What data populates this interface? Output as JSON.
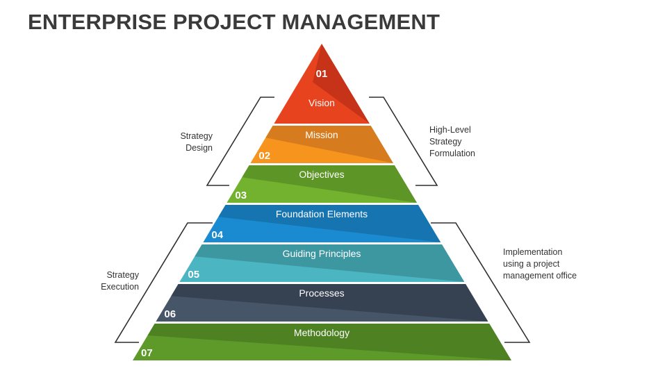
{
  "title": "ENTERPRISE PROJECT MANAGEMENT",
  "levels": [
    {
      "number": "01",
      "label": "Vision",
      "color": "#e8431f",
      "shade": "#c03018"
    },
    {
      "number": "02",
      "label": "Mission",
      "color": "#f7941d",
      "shade": "#d07820"
    },
    {
      "number": "03",
      "label": "Objectives",
      "color": "#72b22f",
      "shade": "#5a8f26"
    },
    {
      "number": "04",
      "label": "Foundation Elements",
      "color": "#1a8bd0",
      "shade": "#1670ab"
    },
    {
      "number": "05",
      "label": "Guiding Principles",
      "color": "#4bb6c2",
      "shade": "#3b929b"
    },
    {
      "number": "06",
      "label": "Processes",
      "color": "#475569",
      "shade": "#343f4f"
    },
    {
      "number": "07",
      "label": "Methodology",
      "color": "#5d9a2a",
      "shade": "#4a7c21"
    }
  ],
  "brackets": {
    "strategy_design": [
      "Strategy",
      "Design"
    ],
    "high_level": [
      "High-Level",
      "Strategy",
      "Formulation"
    ],
    "strategy_execution": [
      "Strategy",
      "Execution"
    ],
    "implementation": [
      "Implementation",
      "using a project",
      "management office"
    ]
  },
  "colors": {
    "outline": "#2f2f2f",
    "text_light": "#ffffff"
  }
}
